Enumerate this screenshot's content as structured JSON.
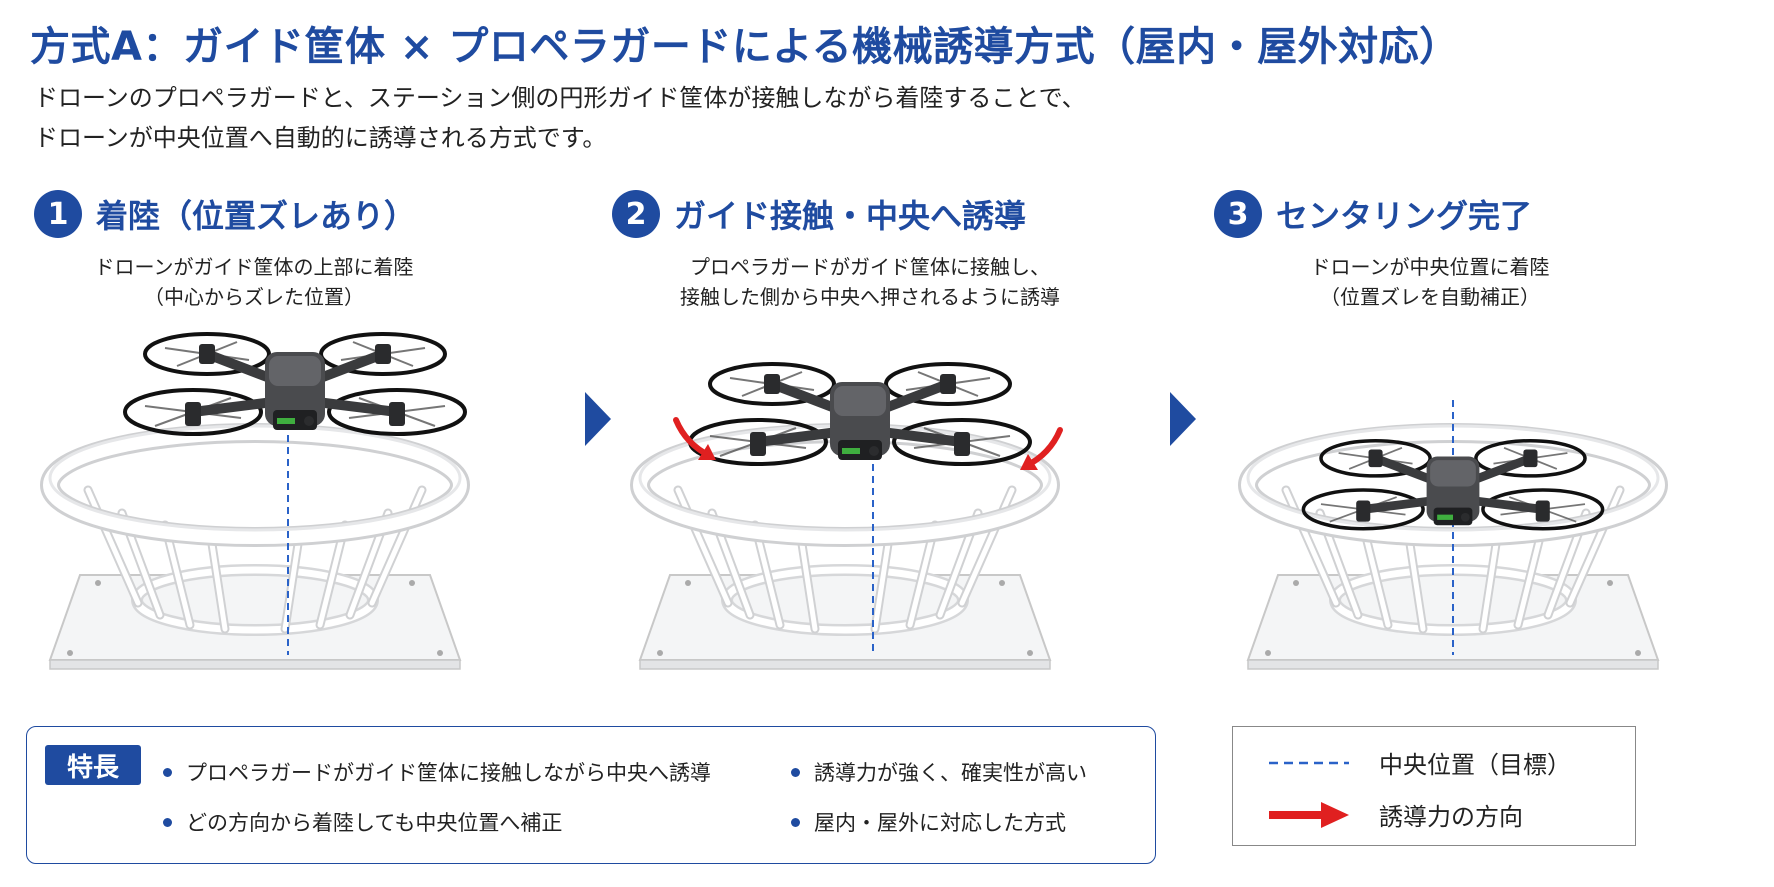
{
  "title": "方式A：ガイド筐体 × プロペラガードによる機械誘導方式（屋内・屋外対応）",
  "intro": [
    "ドローンのプロペラガードと、ステーション側の円形ガイド筐体が接触しながら着陸することで、",
    "ドローンが中央位置へ自動的に誘導される方式です。"
  ],
  "steps": [
    {
      "num": "1",
      "title": "着陸（位置ズレあり）",
      "desc": [
        "ドローンがガイド筐体の上部に着陸",
        "（中心からズレた位置）"
      ]
    },
    {
      "num": "2",
      "title": "ガイド接触・中央へ誘導",
      "desc": [
        "プロペラガードがガイド筐体に接触し、",
        "接触した側から中央へ押されるように誘導"
      ]
    },
    {
      "num": "3",
      "title": "センタリング完了",
      "desc": [
        "ドローンが中央位置に着陸",
        "（位置ズレを自動補正）"
      ]
    }
  ],
  "features": {
    "label": "特長",
    "items": [
      "プロペラガードがガイド筐体に接触しながら中央へ誘導",
      "どの方向から着陸しても中央位置へ補正",
      "誘導力が強く、確実性が高い",
      "屋内・屋外に対応した方式"
    ]
  },
  "legend": {
    "center_label": "中央位置（目標）",
    "force_label": "誘導力の方向"
  },
  "colors": {
    "accent": "#1f4ba0",
    "arrow_red": "#e02020",
    "center_line": "#2a62c8"
  }
}
